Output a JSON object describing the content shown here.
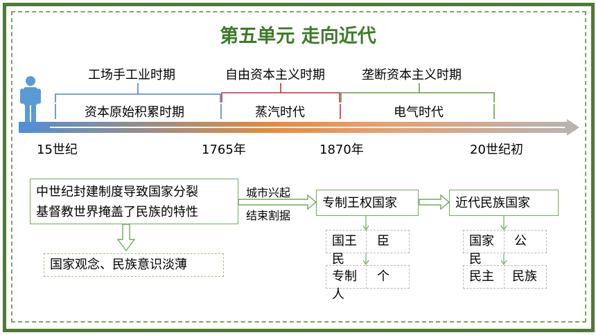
{
  "title": "第五单元 走向近代",
  "timeline": {
    "periods_top": [
      "工场手工业时期",
      "自由资本主义时期",
      "垄断资本主义时期"
    ],
    "periods_bottom": [
      "资本原始积累时期",
      "蒸汽时代",
      "电气时代"
    ],
    "ticks": [
      "15世纪",
      "1765年",
      "1870年",
      "20世纪初"
    ]
  },
  "flow": {
    "cause_lines": [
      "中世纪封建制度导致国家分裂",
      "基督教世界掩盖了民族的特性"
    ],
    "result": "国家观念、民族意识淡薄",
    "arrow_label_lines": [
      "城市兴起",
      "结束割据"
    ],
    "stage1": {
      "name": "专制王权国家",
      "row1": {
        "left_lines": [
          "国王",
          "民"
        ],
        "right": "臣"
      },
      "row2": {
        "left_lines": [
          "专制",
          "人"
        ],
        "right": "个"
      }
    },
    "stage2": {
      "name": "近代民族国家",
      "row1": {
        "left_lines": [
          "国家",
          "民"
        ],
        "right": "公"
      },
      "row2": {
        "left_lines": [
          "民主"
        ],
        "right": "民族"
      }
    }
  },
  "colors": {
    "frame": "#4e7a34",
    "title": "#3d7a2a",
    "bracket_blue": "#4a86c8",
    "bracket_red": "#c0303a",
    "bracket_green": "#6a9a40",
    "box_border": "#72a85a",
    "person": "#5b9bd5"
  }
}
